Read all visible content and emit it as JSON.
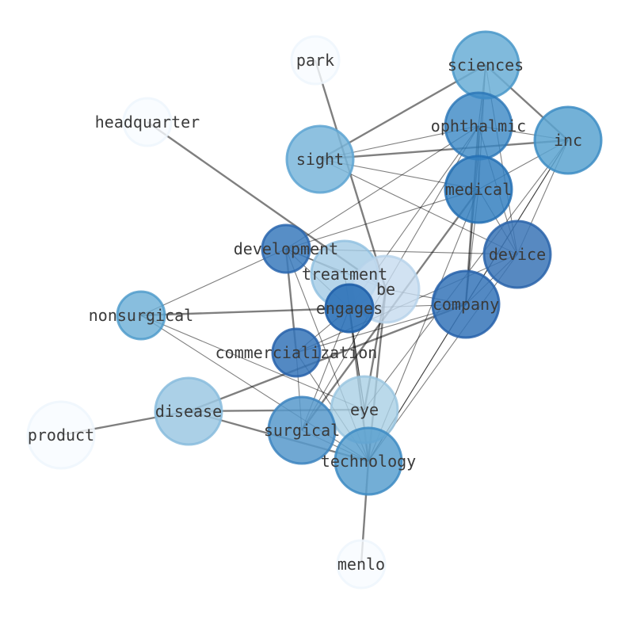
{
  "nodes": [
    {
      "id": "park",
      "label": "park",
      "color": "#f7fbff",
      "stroke": "#eef5fc",
      "alpha": 0.8
    },
    {
      "id": "sciences",
      "label": "sciences",
      "color": "#6aaed6",
      "stroke": "#4a98c9",
      "alpha": 0.85
    },
    {
      "id": "headquarter",
      "label": "headquarter",
      "color": "#f7fbff",
      "stroke": "#eef5fc",
      "alpha": 0.8
    },
    {
      "id": "ophthalmic",
      "label": "ophthalmic",
      "color": "#3a87c4",
      "stroke": "#2b75b7",
      "alpha": 0.8
    },
    {
      "id": "inc",
      "label": "inc",
      "color": "#5ba3d0",
      "stroke": "#3d8dc4",
      "alpha": 0.85
    },
    {
      "id": "sight",
      "label": "sight",
      "color": "#7ab6da",
      "stroke": "#5ea5d2",
      "alpha": 0.85
    },
    {
      "id": "medical",
      "label": "medical",
      "color": "#3580c0",
      "stroke": "#2570b4",
      "alpha": 0.85
    },
    {
      "id": "development",
      "label": "development",
      "color": "#3a7abc",
      "stroke": "#2a66ae",
      "alpha": 0.85
    },
    {
      "id": "device",
      "label": "device",
      "color": "#3a74b6",
      "stroke": "#2a64aa",
      "alpha": 0.85
    },
    {
      "id": "treatment",
      "label": "treatment",
      "color": "#a3cbe5",
      "stroke": "#8fbfe0",
      "alpha": 0.8
    },
    {
      "id": "be",
      "label": "be",
      "color": "#c6dbef",
      "stroke": "#b5d2ea",
      "alpha": 0.8
    },
    {
      "id": "nonsurgical",
      "label": "nonsurgical",
      "color": "#6aaed6",
      "stroke": "#4a98c9",
      "alpha": 0.8
    },
    {
      "id": "engages",
      "label": "engages",
      "color": "#2d72b8",
      "stroke": "#205fa8",
      "alpha": 0.9
    },
    {
      "id": "company",
      "label": "company",
      "color": "#3574b8",
      "stroke": "#2762aa",
      "alpha": 0.85
    },
    {
      "id": "commercialization",
      "label": "commercialization",
      "color": "#3574b8",
      "stroke": "#2762aa",
      "alpha": 0.85
    },
    {
      "id": "eye",
      "label": "eye",
      "color": "#a9cfe5",
      "stroke": "#98c4e0",
      "alpha": 0.8
    },
    {
      "id": "disease",
      "label": "disease",
      "color": "#9cc8e3",
      "stroke": "#88bcdd",
      "alpha": 0.85
    },
    {
      "id": "product",
      "label": "product",
      "color": "#f7fbff",
      "stroke": "#eef5fc",
      "alpha": 0.8
    },
    {
      "id": "surgical",
      "label": "surgical",
      "color": "#5799cb",
      "stroke": "#3d85c0",
      "alpha": 0.85
    },
    {
      "id": "technology",
      "label": "technology",
      "color": "#5ba0cf",
      "stroke": "#3d8bc3",
      "alpha": 0.85
    },
    {
      "id": "menlo",
      "label": "menlo",
      "color": "#f7fbff",
      "stroke": "#eef5fc",
      "alpha": 0.8
    }
  ],
  "edges": [
    {
      "source": "park",
      "target": "be",
      "weight": "heavy"
    },
    {
      "source": "headquarter",
      "target": "be",
      "weight": "heavy"
    },
    {
      "source": "sciences",
      "target": "inc",
      "weight": "heavy"
    },
    {
      "source": "sciences",
      "target": "sight",
      "weight": "heavy"
    },
    {
      "source": "sciences",
      "target": "ophthalmic",
      "weight": "light"
    },
    {
      "source": "sciences",
      "target": "medical",
      "weight": "light"
    },
    {
      "source": "sciences",
      "target": "device",
      "weight": "light"
    },
    {
      "source": "sciences",
      "target": "company",
      "weight": "light"
    },
    {
      "source": "ophthalmic",
      "target": "inc",
      "weight": "light"
    },
    {
      "source": "ophthalmic",
      "target": "medical",
      "weight": "light"
    },
    {
      "source": "ophthalmic",
      "target": "device",
      "weight": "light"
    },
    {
      "source": "ophthalmic",
      "target": "company",
      "weight": "heavy"
    },
    {
      "source": "ophthalmic",
      "target": "sight",
      "weight": "light"
    },
    {
      "source": "ophthalmic",
      "target": "development",
      "weight": "light"
    },
    {
      "source": "ophthalmic",
      "target": "engages",
      "weight": "light"
    },
    {
      "source": "ophthalmic",
      "target": "surgical",
      "weight": "light"
    },
    {
      "source": "inc",
      "target": "sight",
      "weight": "heavy"
    },
    {
      "source": "inc",
      "target": "medical",
      "weight": "light"
    },
    {
      "source": "inc",
      "target": "device",
      "weight": "light"
    },
    {
      "source": "inc",
      "target": "company",
      "weight": "light"
    },
    {
      "source": "inc",
      "target": "eye",
      "weight": "light"
    },
    {
      "source": "inc",
      "target": "technology",
      "weight": "light"
    },
    {
      "source": "sight",
      "target": "medical",
      "weight": "light"
    },
    {
      "source": "sight",
      "target": "device",
      "weight": "light"
    },
    {
      "source": "medical",
      "target": "device",
      "weight": "light"
    },
    {
      "source": "medical",
      "target": "company",
      "weight": "light"
    },
    {
      "source": "medical",
      "target": "development",
      "weight": "light"
    },
    {
      "source": "medical",
      "target": "surgical",
      "weight": "heavy"
    },
    {
      "source": "medical",
      "target": "technology",
      "weight": "light"
    },
    {
      "source": "device",
      "target": "company",
      "weight": "light"
    },
    {
      "source": "device",
      "target": "development",
      "weight": "light"
    },
    {
      "source": "device",
      "target": "commercialization",
      "weight": "light"
    },
    {
      "source": "device",
      "target": "technology",
      "weight": "light"
    },
    {
      "source": "development",
      "target": "treatment",
      "weight": "light"
    },
    {
      "source": "development",
      "target": "commercialization",
      "weight": "heavy"
    },
    {
      "source": "development",
      "target": "engages",
      "weight": "light"
    },
    {
      "source": "development",
      "target": "be",
      "weight": "light"
    },
    {
      "source": "development",
      "target": "nonsurgical",
      "weight": "light"
    },
    {
      "source": "development",
      "target": "technology",
      "weight": "light"
    },
    {
      "source": "nonsurgical",
      "target": "engages",
      "weight": "heavy"
    },
    {
      "source": "nonsurgical",
      "target": "eye",
      "weight": "light"
    },
    {
      "source": "nonsurgical",
      "target": "technology",
      "weight": "light"
    },
    {
      "source": "engages",
      "target": "company",
      "weight": "light"
    },
    {
      "source": "engages",
      "target": "commercialization",
      "weight": "light"
    },
    {
      "source": "engages",
      "target": "technology",
      "weight": "heavy"
    },
    {
      "source": "engages",
      "target": "eye",
      "weight": "light"
    },
    {
      "source": "engages",
      "target": "surgical",
      "weight": "light"
    },
    {
      "source": "company",
      "target": "commercialization",
      "weight": "light"
    },
    {
      "source": "company",
      "target": "disease",
      "weight": "heavy"
    },
    {
      "source": "company",
      "target": "be",
      "weight": "light"
    },
    {
      "source": "company",
      "target": "technology",
      "weight": "light"
    },
    {
      "source": "commercialization",
      "target": "surgical",
      "weight": "light"
    },
    {
      "source": "commercialization",
      "target": "technology",
      "weight": "light"
    },
    {
      "source": "be",
      "target": "eye",
      "weight": "heavy"
    },
    {
      "source": "be",
      "target": "technology",
      "weight": "heavy"
    },
    {
      "source": "treatment",
      "target": "eye",
      "weight": "light"
    },
    {
      "source": "disease",
      "target": "product",
      "weight": "heavy"
    },
    {
      "source": "disease",
      "target": "eye",
      "weight": "heavy"
    },
    {
      "source": "disease",
      "target": "technology",
      "weight": "heavy"
    },
    {
      "source": "surgical",
      "target": "technology",
      "weight": "light"
    },
    {
      "source": "technology",
      "target": "menlo",
      "weight": "heavy"
    }
  ]
}
